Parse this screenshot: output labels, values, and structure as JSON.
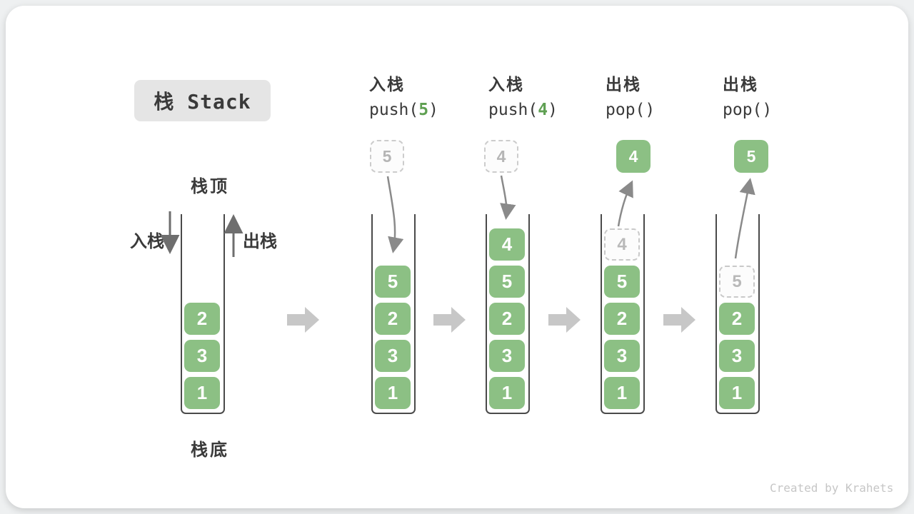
{
  "title": "栈 Stack",
  "legend": {
    "stack_top": "栈顶",
    "stack_bottom": "栈底",
    "push": "入栈",
    "pop": "出栈"
  },
  "watermark": "Created by Krahets",
  "colors": {
    "item_green": "#8cc084",
    "code_arg_green": "#5fa052",
    "curve_arrow_gray": "#8a8a8a",
    "straight_arrow_gray": "#6e6e6e",
    "block_arrow_gray": "#c7c7c7",
    "title_bg": "#e5e5e5",
    "text_dark": "#3a3a3a",
    "ghost_border": "#c9c9c9",
    "ghost_text": "#b5b5b5",
    "wall_dark": "#4a4a4a"
  },
  "states": [
    {
      "name": "initial",
      "items": [
        "2",
        "3",
        "1"
      ]
    },
    {
      "name": "push-5",
      "op": {
        "zh": "入栈",
        "pre": "push(",
        "arg": "5",
        "post": ")"
      },
      "floating": "5",
      "items": [
        "5",
        "2",
        "3",
        "1"
      ]
    },
    {
      "name": "push-4",
      "op": {
        "zh": "入栈",
        "pre": "push(",
        "arg": "4",
        "post": ")"
      },
      "floating": "4",
      "items": [
        "4",
        "5",
        "2",
        "3",
        "1"
      ]
    },
    {
      "name": "pop-4",
      "op": {
        "zh": "出栈",
        "pre": "pop(",
        "arg": "",
        "post": ")"
      },
      "floating": "4",
      "ghost": "4",
      "items": [
        "5",
        "2",
        "3",
        "1"
      ]
    },
    {
      "name": "pop-5",
      "op": {
        "zh": "出栈",
        "pre": "pop(",
        "arg": "",
        "post": ")"
      },
      "floating": "5",
      "ghost": "5",
      "items": [
        "2",
        "3",
        "1"
      ]
    }
  ]
}
